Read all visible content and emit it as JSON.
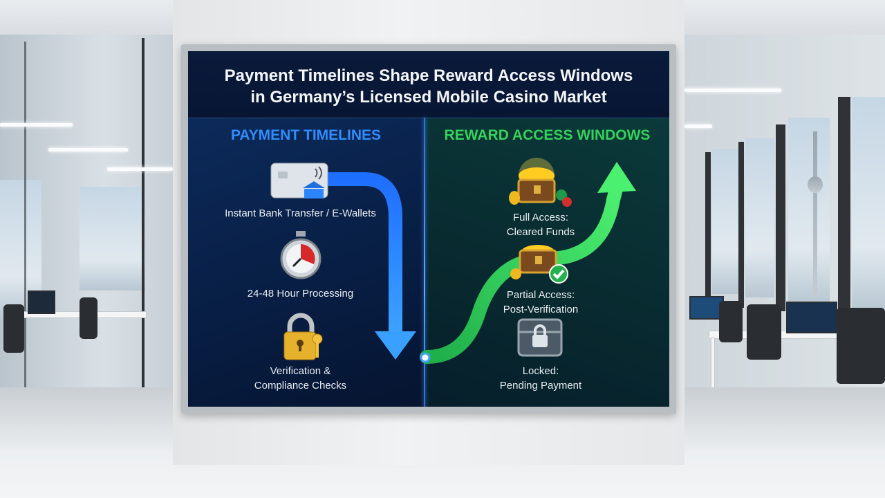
{
  "board": {
    "title_line1": "Payment Timelines Shape Reward Access Windows",
    "title_line2": "in Germany’s Licensed Mobile Casino Market",
    "left_heading": "PAYMENT TIMELINES",
    "right_heading": "REWARD ACCESS WINDOWS",
    "payment_steps": [
      {
        "label": "Instant Bank Transfer / E-Wallets",
        "icon": "card-bank-icon"
      },
      {
        "label": "24-48 Hour Processing",
        "icon": "stopwatch-icon"
      },
      {
        "label_line1": "Verification &",
        "label_line2": "Compliance Checks",
        "icon": "padlock-key-icon"
      }
    ],
    "reward_levels": [
      {
        "label_line1": "Full Access:",
        "label_line2": "Cleared Funds",
        "icon": "treasure-chest-gold-icon"
      },
      {
        "label_line1": "Partial Access:",
        "label_line2": "Post-Verification",
        "icon": "treasure-chest-check-icon"
      },
      {
        "label_line1": "Locked:",
        "label_line2": "Pending Payment",
        "icon": "locked-chest-icon"
      }
    ]
  },
  "colors": {
    "board_bg": "#071631",
    "blue_accent": "#2f8dff",
    "green_accent": "#34d35a"
  }
}
